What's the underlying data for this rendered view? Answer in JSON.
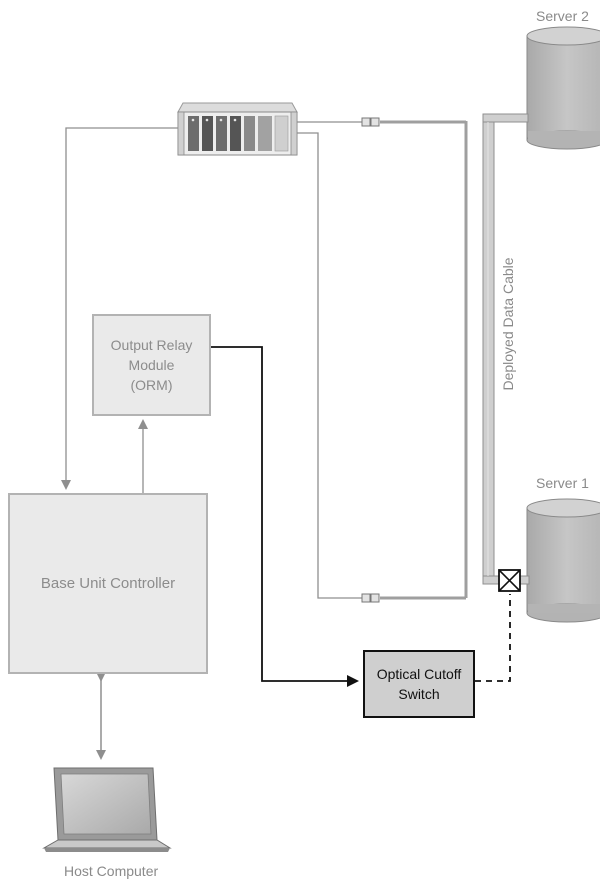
{
  "labels": {
    "server2": "Server 2",
    "server1": "Server 1",
    "cable": "Deployed Data Cable",
    "orm": "Output Relay\nModule\n(ORM)",
    "base_unit": "Base Unit Controller",
    "optical_switch": "Optical Cutoff\nSwitch",
    "host": "Host Computer"
  },
  "colors": {
    "connector_gray": "#8f8f8f",
    "control_line": "#111111",
    "box_fill": "#eaeaea",
    "switch_fill": "#cfcfcf",
    "server_fill": "#bcbcbc"
  },
  "icons": [
    "rack-unit-icon",
    "server-cylinder-icon",
    "laptop-icon",
    "cutoff-switch-icon",
    "fiber-connector-icon"
  ]
}
